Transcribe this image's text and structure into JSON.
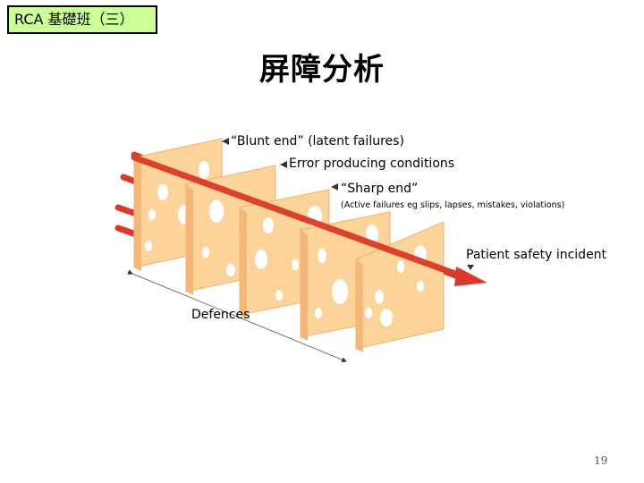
{
  "header": {
    "badge": "RCA 基礎班（三）",
    "title": "屏障分析"
  },
  "labels": {
    "blunt_end": "“Blunt end” (latent failures)",
    "error_conditions": "Error producing conditions",
    "sharp_end": "“Sharp end”",
    "active_failures": "(Active failures eg slips, lapses, mistakes, violations)",
    "incident": "Patient safety incident",
    "defences": "Defences"
  },
  "page_number": "19",
  "colors": {
    "slice_face": "#fcd39a",
    "slice_side": "#f3b878",
    "arrow": "#d93a2b",
    "badge_bg": "#ccff99"
  }
}
